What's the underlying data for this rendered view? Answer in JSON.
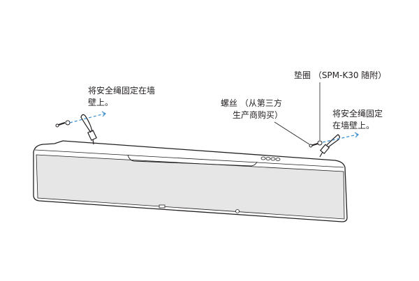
{
  "labels": {
    "left_instruction": [
      "将安全绳固定在墙",
      "壁上。"
    ],
    "screw": [
      "螺丝 （从第三方",
      "生产商购买）"
    ],
    "washer": "垫圈 （SPM-K30 随附）",
    "right_instruction": [
      "将安全绳固定",
      "在墙壁上。"
    ]
  },
  "colors": {
    "arrow": "#3a8fd0",
    "bar_face": "#e6e6e6",
    "outline": "#231f20"
  }
}
